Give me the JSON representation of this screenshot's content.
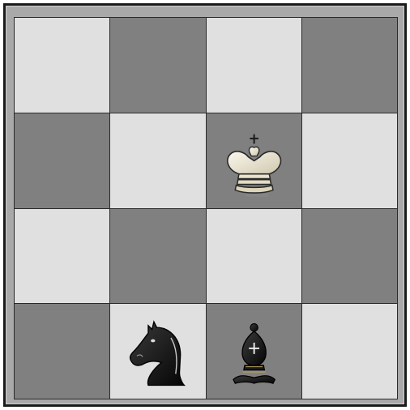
{
  "board": {
    "rows": 4,
    "cols": 4,
    "light_color": "#e0e0e0",
    "dark_color": "#808080",
    "squares": [
      [
        "light",
        "dark",
        "light",
        "dark"
      ],
      [
        "dark",
        "light",
        "dark",
        "light"
      ],
      [
        "light",
        "dark",
        "light",
        "dark"
      ],
      [
        "dark",
        "light",
        "dark",
        "light"
      ]
    ],
    "pieces": [
      {
        "row": 1,
        "col": 2,
        "color": "white",
        "type": "king",
        "icon": "white-king-icon"
      },
      {
        "row": 3,
        "col": 1,
        "color": "black",
        "type": "knight",
        "icon": "black-knight-icon"
      },
      {
        "row": 3,
        "col": 2,
        "color": "black",
        "type": "bishop",
        "icon": "black-bishop-icon"
      }
    ]
  }
}
